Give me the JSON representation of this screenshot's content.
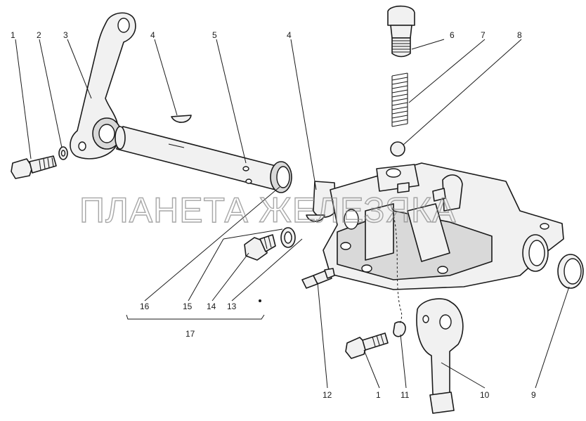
{
  "watermark": "ПЛАНЕТА ЖЕЛЕЗЯКА",
  "callouts": {
    "c1_top": "1",
    "c2": "2",
    "c3": "3",
    "c4_left": "4",
    "c5": "5",
    "c4_right": "4",
    "c6": "6",
    "c7": "7",
    "c8": "8",
    "c16": "16",
    "c15": "15",
    "c14": "14",
    "c13": "13",
    "c17": "17",
    "c12": "12",
    "c1_bottom": "1",
    "c11": "11",
    "c10": "10",
    "c9": "9"
  },
  "colors": {
    "line": "#1a1a1a",
    "part_fill": "#f1f1f1",
    "shade": "#d9d9d9",
    "watermark": "#8a8a8a"
  }
}
